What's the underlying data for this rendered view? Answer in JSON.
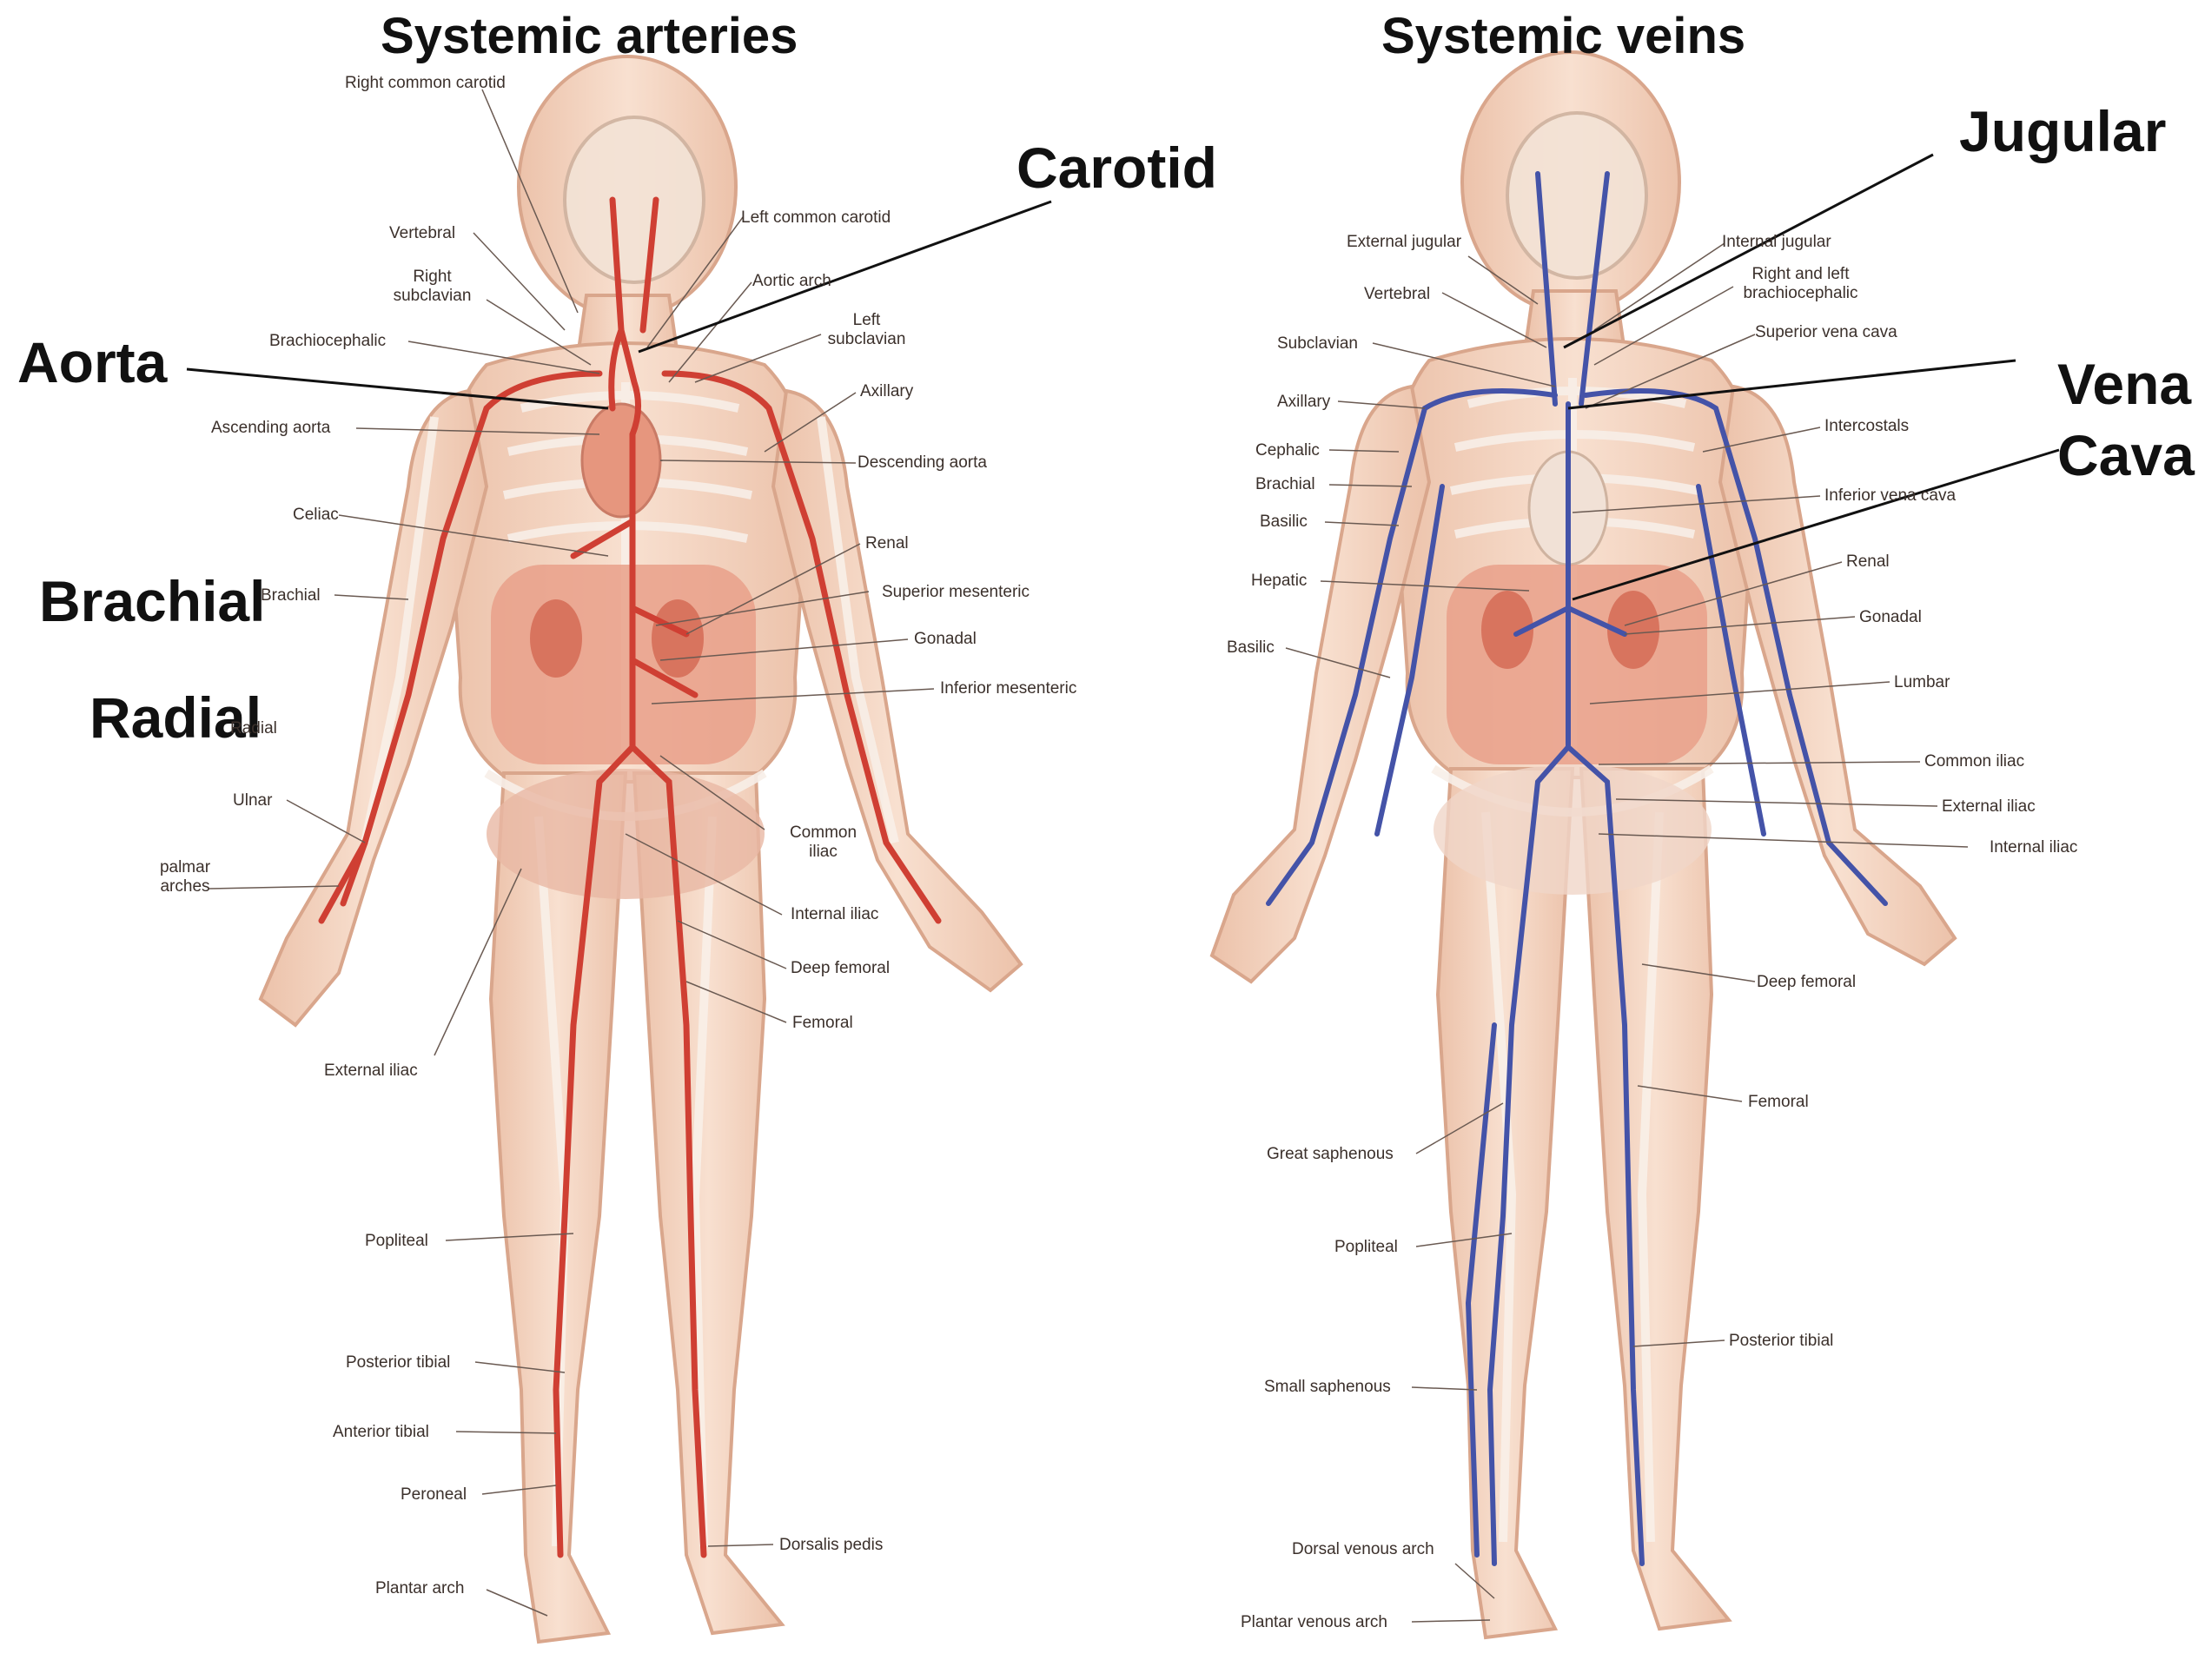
{
  "titles": {
    "arteries": "Systemic arteries",
    "veins": "Systemic veins"
  },
  "callouts": {
    "carotid": "Carotid",
    "aorta": "Aorta",
    "brachial": "Brachial",
    "radial": "Radial",
    "jugular": "Jugular",
    "vena": "Vena",
    "cava": "Cava"
  },
  "arteries": {
    "right_common_carotid": "Right common carotid",
    "left_common_carotid": "Left common carotid",
    "vertebral": "Vertebral",
    "aortic_arch": "Aortic arch",
    "right_subclavian_1": "Right",
    "right_subclavian_2": "subclavian",
    "left_subclavian_1": "Left",
    "left_subclavian_2": "subclavian",
    "brachiocephalic": "Brachiocephalic",
    "axillary": "Axillary",
    "ascending_aorta": "Ascending aorta",
    "descending_aorta": "Descending aorta",
    "celiac": "Celiac",
    "renal": "Renal",
    "brachial_small": "Brachial",
    "superior_mesenteric": "Superior mesenteric",
    "gonadal": "Gonadal",
    "inferior_mesenteric": "Inferior mesenteric",
    "radial_small": "Radial",
    "ulnar": "Ulnar",
    "palmar_1": "palmar",
    "palmar_2": "arches",
    "common_iliac_1": "Common",
    "common_iliac_2": "iliac",
    "internal_iliac": "Internal iliac",
    "deep_femoral": "Deep femoral",
    "femoral": "Femoral",
    "external_iliac": "External iliac",
    "popliteal": "Popliteal",
    "posterior_tibial": "Posterior tibial",
    "anterior_tibial": "Anterior tibial",
    "peroneal": "Peroneal",
    "dorsalis_pedis": "Dorsalis pedis",
    "plantar_arch": "Plantar arch"
  },
  "veins": {
    "external_jugular": "External jugular",
    "internal_jugular": "Internal jugular",
    "vertebral": "Vertebral",
    "brachiocephalic_1": "Right and left",
    "brachiocephalic_2": "brachiocephalic",
    "subclavian": "Subclavian",
    "superior_vena_cava": "Superior vena cava",
    "axillary": "Axillary",
    "intercostals": "Intercostals",
    "cephalic": "Cephalic",
    "brachial": "Brachial",
    "inferior_vena_cava": "Inferior vena cava",
    "basilic_upper": "Basilic",
    "hepatic": "Hepatic",
    "renal": "Renal",
    "gonadal": "Gonadal",
    "basilic_lower": "Basilic",
    "lumbar": "Lumbar",
    "common_iliac": "Common iliac",
    "external_iliac": "External iliac",
    "internal_iliac": "Internal iliac",
    "deep_femoral": "Deep femoral",
    "femoral": "Femoral",
    "great_saphenous": "Great saphenous",
    "popliteal": "Popliteal",
    "posterior_tibial": "Posterior tibial",
    "small_saphenous": "Small saphenous",
    "dorsal_venous_arch": "Dorsal venous arch",
    "plantar_venous_arch": "Plantar venous arch"
  },
  "colors": {
    "artery": "#cf3f33",
    "vein": "#4453a8",
    "skin": "#f5d6c4",
    "skin_edge": "#dcae96",
    "bone": "#f7ece3",
    "organ": "#e6967e"
  }
}
